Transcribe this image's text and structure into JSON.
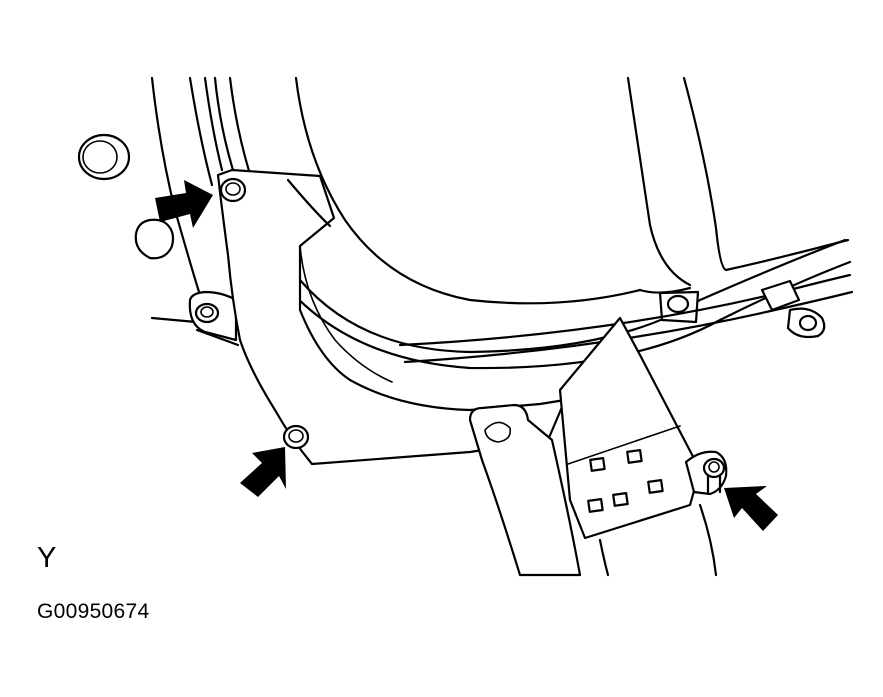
{
  "view_label": "Y",
  "figure_id": "G00950674",
  "colors": {
    "line": "#000000",
    "background": "#ffffff"
  },
  "callouts": {
    "arrow_count": 3,
    "arrow_style": "solid-black",
    "indicates": "bolts"
  }
}
